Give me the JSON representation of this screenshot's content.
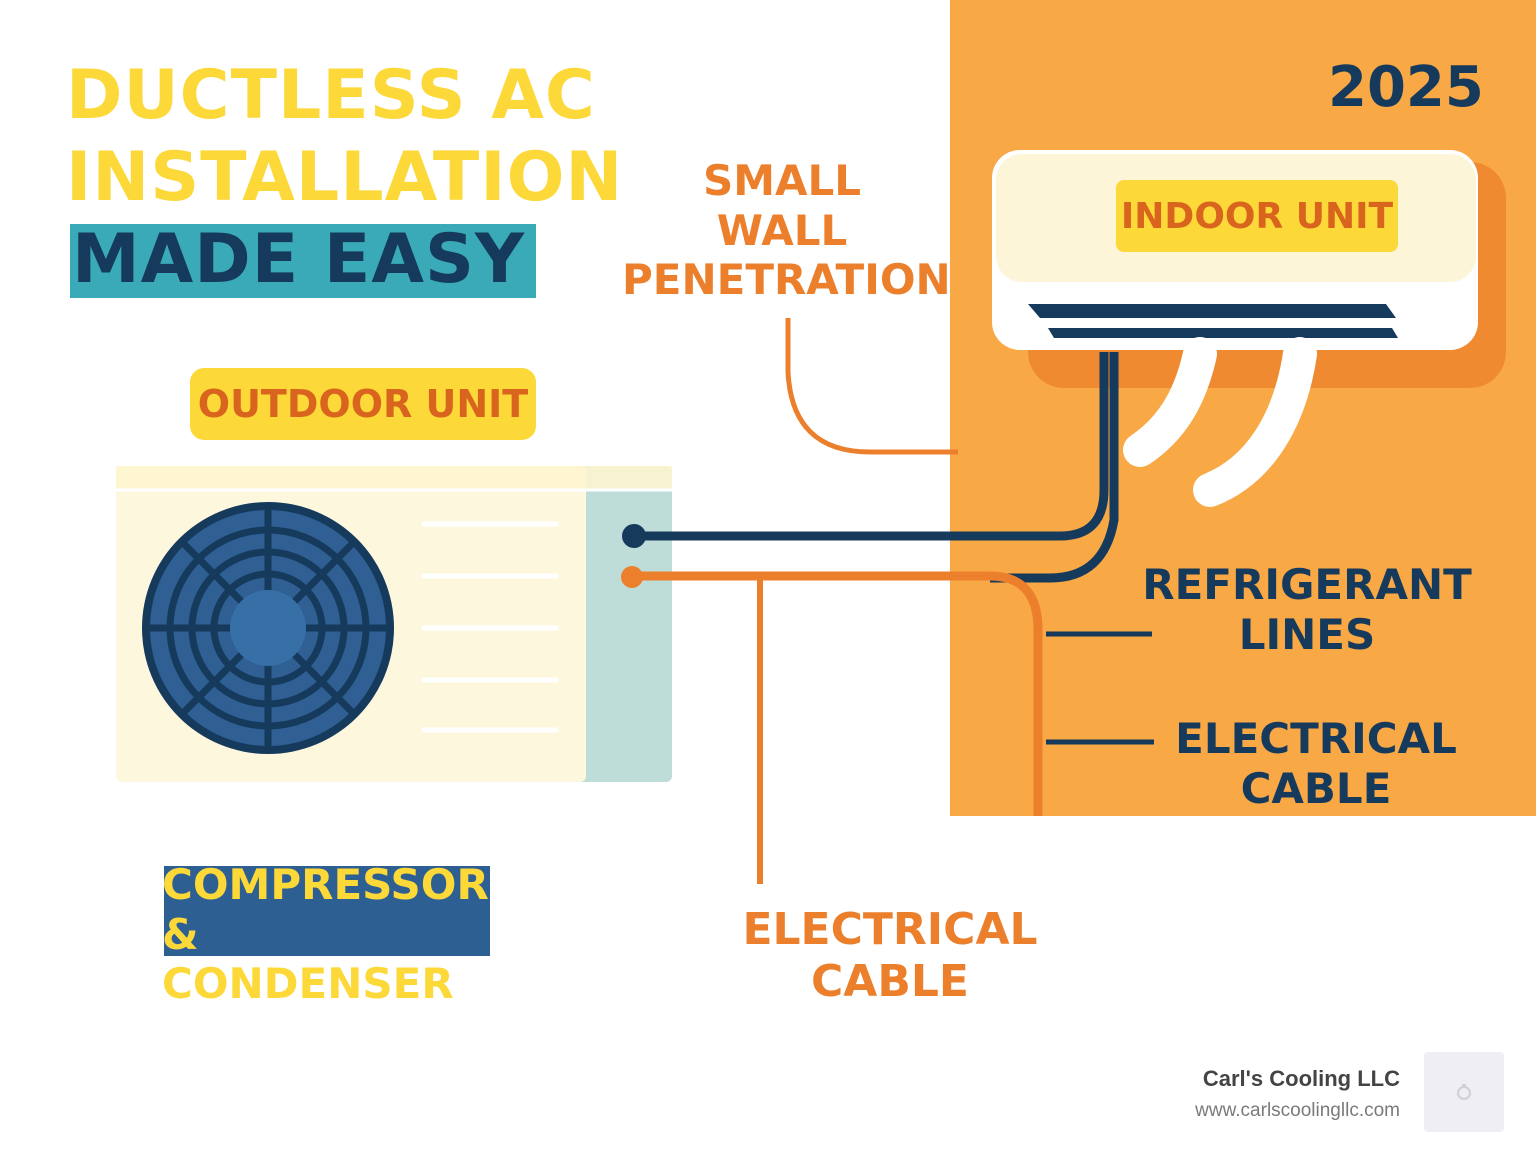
{
  "title": {
    "line1": "DUCTLESS AC",
    "line2": "INSTALLATION",
    "line3": "MADE EASY"
  },
  "year": "2025",
  "labels": {
    "small_wall_penetration": [
      "SMALL",
      "WALL",
      "PENETRATION"
    ],
    "indoor_unit": "INDOOR UNIT",
    "outdoor_unit": "OUTDOOR UNIT",
    "refrigerant_lines": [
      "REFRIGERANT",
      "LINES"
    ],
    "electrical_cable_right": [
      "ELECTRICAL",
      "CABLE"
    ],
    "electrical_cable_bottom": [
      "ELECTRICAL",
      "CABLE"
    ],
    "compressor_condenser": [
      "COMPRESSOR",
      "& CONDENSER"
    ]
  },
  "footer": {
    "company": "Carl's Cooling LLC",
    "url": "www.carlscoolingllc.com"
  },
  "colors": {
    "accent_yellow": "#fcd839",
    "accent_orange": "#ec7f2b",
    "navy": "#163a5c",
    "teal": "#3aaab8",
    "wall_orange": "#f9a846"
  }
}
